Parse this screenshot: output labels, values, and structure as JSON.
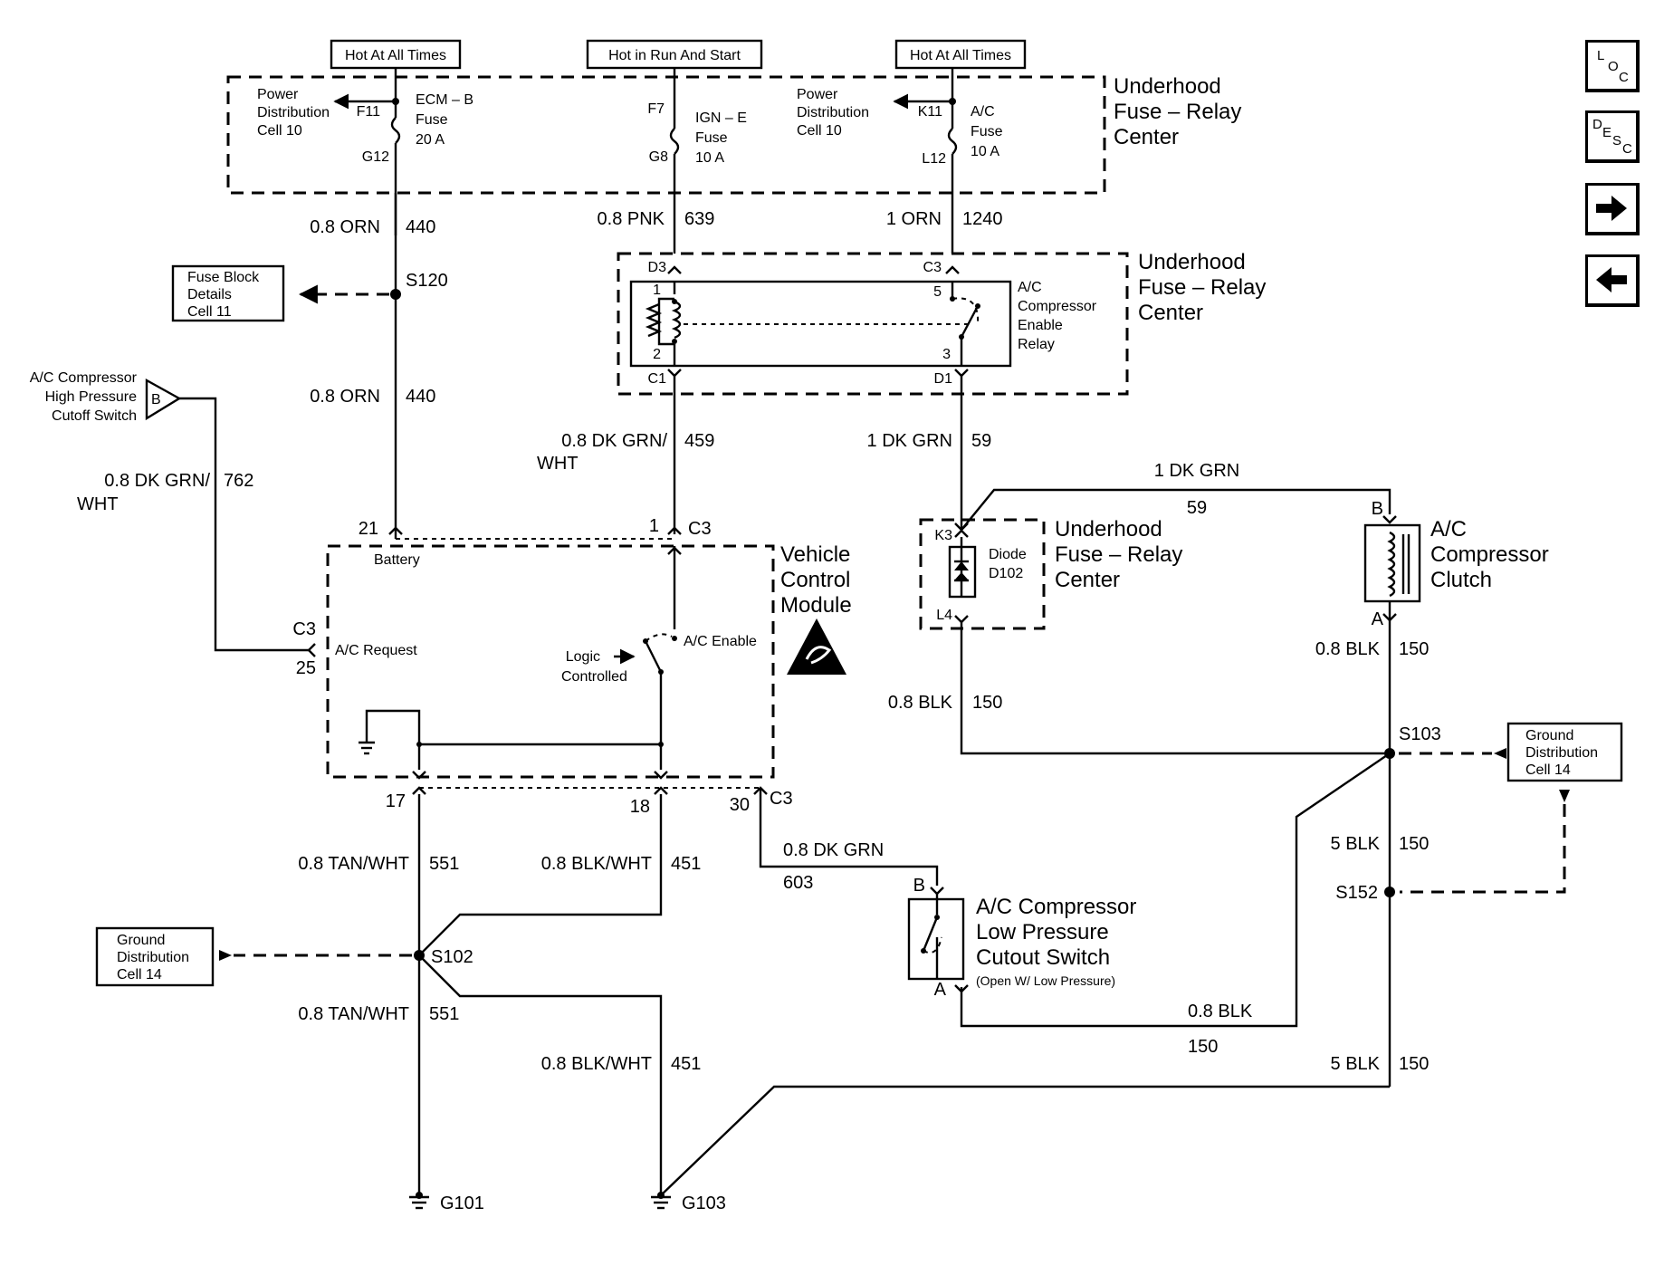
{
  "top_labels": {
    "hot1": "Hot At All Times",
    "hot2": "Hot in Run And Start",
    "hot3": "Hot At All Times"
  },
  "fuse_center_top": {
    "title": [
      "Underhood",
      "Fuse – Relay",
      "Center"
    ],
    "pdc_left": [
      "Power",
      "Distribution",
      "Cell 10"
    ],
    "pdc_right": [
      "Power",
      "Distribution",
      "Cell 10"
    ],
    "fuse1": {
      "in": "F11",
      "out": "G12",
      "name": [
        "ECM – B",
        "Fuse",
        "20 A"
      ]
    },
    "fuse2": {
      "in": "F7",
      "out": "G8",
      "name": [
        "IGN – E",
        "Fuse",
        "10 A"
      ]
    },
    "fuse3": {
      "in": "K11",
      "out": "L12",
      "name": [
        "A/C",
        "Fuse",
        "10 A"
      ]
    }
  },
  "wires": {
    "w440a": {
      "color": "0.8 ORN",
      "circuit": "440"
    },
    "w440b": {
      "color": "0.8 ORN",
      "circuit": "440"
    },
    "w639": {
      "color": "0.8 PNK",
      "circuit": "639"
    },
    "w1240": {
      "color": "1 ORN",
      "circuit": "1240"
    },
    "w762": {
      "color": [
        "0.8 DK GRN/",
        "WHT"
      ],
      "circuit": "762"
    },
    "w459": {
      "color": [
        "0.8 DK GRN/",
        "WHT"
      ],
      "circuit": "459"
    },
    "w59a": {
      "color": "1 DK GRN",
      "circuit": "59"
    },
    "w59b": {
      "color": "1 DK GRN",
      "circuit": "59"
    },
    "w150a": {
      "color": "0.8 BLK",
      "circuit": "150"
    },
    "w150b": {
      "color": "0.8 BLK",
      "circuit": "150"
    },
    "w150c": {
      "color": "5 BLK",
      "circuit": "150"
    },
    "w150d": {
      "color": "0.8 BLK",
      "circuit": "150"
    },
    "w150e": {
      "color": "5 BLK",
      "circuit": "150"
    },
    "w603": {
      "color": "0.8 DK GRN",
      "circuit": "603"
    },
    "w551a": {
      "color": "0.8 TAN/WHT",
      "circuit": "551"
    },
    "w551b": {
      "color": "0.8 TAN/WHT",
      "circuit": "551"
    },
    "w451a": {
      "color": "0.8 BLK/WHT",
      "circuit": "451"
    },
    "w451b": {
      "color": "0.8 BLK/WHT",
      "circuit": "451"
    }
  },
  "splices": {
    "s120": "S120",
    "s103": "S103",
    "s102": "S102",
    "s152": "S152"
  },
  "fuse_block_details": [
    "Fuse Block",
    "Details",
    "Cell 11"
  ],
  "ground_dist_left": [
    "Ground",
    "Distribution",
    "Cell 14"
  ],
  "ground_dist_right": [
    "Ground",
    "Distribution",
    "Cell 14"
  ],
  "hp_switch": {
    "label": [
      "A/C Compressor",
      "High Pressure",
      "Cutoff Switch"
    ],
    "pin": "B"
  },
  "relay": {
    "title": [
      "Underhood",
      "Fuse – Relay",
      "Center"
    ],
    "name": [
      "A/C",
      "Compressor",
      "Enable",
      "Relay"
    ],
    "conn": {
      "d3": "D3",
      "c3": "C3",
      "c1": "C1",
      "d1": "D1"
    },
    "pins": {
      "p1": "1",
      "p2": "2",
      "p3": "3",
      "p5": "5"
    }
  },
  "vcm": {
    "title": [
      "Vehicle",
      "Control",
      "Module"
    ],
    "battery": "Battery",
    "ac_request": "A/C Request",
    "ac_enable": "A/C Enable",
    "logic": [
      "Logic",
      "Controlled"
    ],
    "pins": {
      "p21": "21",
      "p1": "1",
      "c3top": "C3",
      "c3left": "C3",
      "p25": "25",
      "p17": "17",
      "p18": "18",
      "p30": "30",
      "c3bot": "C3"
    }
  },
  "diode_center": {
    "title": [
      "Underhood",
      "Fuse – Relay",
      "Center"
    ],
    "name": [
      "Diode",
      "D102"
    ],
    "k3": "K3",
    "l4": "L4"
  },
  "clutch": {
    "name": [
      "A/C",
      "Compressor",
      "Clutch"
    ],
    "b": "B",
    "a": "A"
  },
  "lp_switch": {
    "name": [
      "A/C Compressor",
      "Low Pressure",
      "Cutout Switch"
    ],
    "note": "(Open W/ Low Pressure)",
    "b": "B",
    "a": "A"
  },
  "grounds": {
    "g101": "G101",
    "g103": "G103"
  },
  "nav": {
    "loc": [
      "L",
      "O",
      "C"
    ],
    "desc": [
      "D",
      "E",
      "S",
      "C"
    ],
    "next_icon": "right-arrow-icon",
    "prev_icon": "left-arrow-icon"
  }
}
